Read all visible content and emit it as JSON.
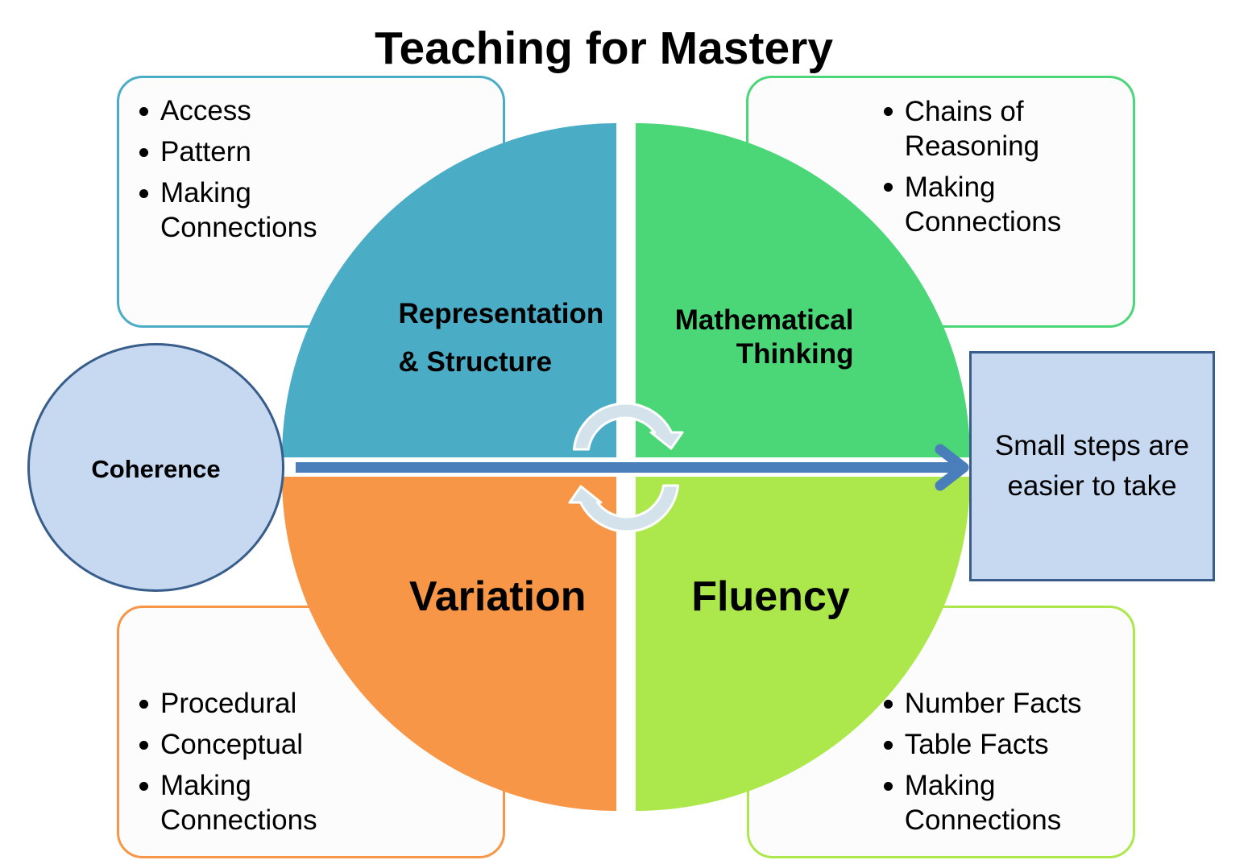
{
  "title": "Teaching for Mastery",
  "text_color": "#000000",
  "quadrants": {
    "representation_structure": {
      "label": "Representation & Structure",
      "color": "#4BACC6",
      "bullets": [
        "Access",
        "Pattern",
        "Making Connections"
      ]
    },
    "mathematical_thinking": {
      "label": "Mathematical Thinking",
      "color": "#4BD677",
      "bullets": [
        "Chains of Reasoning",
        "Making Connections"
      ]
    },
    "variation": {
      "label": "Variation",
      "color": "#F79646",
      "bullets": [
        "Procedural",
        "Conceptual",
        "Making Connections"
      ]
    },
    "fluency": {
      "label": "Fluency",
      "color": "#ACE84B",
      "bullets": [
        "Number Facts",
        "Table Facts",
        "Making Connections"
      ]
    }
  },
  "detail_box": {
    "fill": "#FCFCFC"
  },
  "coherence": {
    "label": "Coherence",
    "fill": "#C6D9F1",
    "border": "#385D8A"
  },
  "outcome": {
    "text": "Small steps are easier to take",
    "fill": "#C6D9F1",
    "border": "#385D8A"
  },
  "progress_arrow": {
    "icon": "arrow-right-icon",
    "color": "#4A7EBB"
  },
  "cycle_arrows": {
    "icon": "clockwise-cycle-arrows-icon",
    "fill": "#D4E3EB",
    "outline": "#FFFFFF"
  }
}
